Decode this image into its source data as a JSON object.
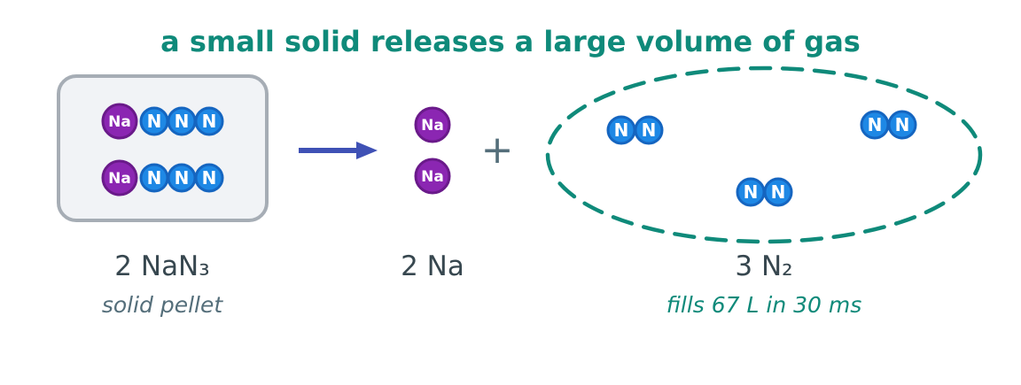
{
  "title": "a small solid releases a large volume of gas",
  "atoms": {
    "sodium": "Na",
    "nitrogen": "N"
  },
  "plus_sign": "+",
  "reactant": {
    "formula": "2 NaN₃",
    "caption": "solid pellet"
  },
  "product_na": {
    "formula": "2 Na"
  },
  "product_n2": {
    "formula": "3 N₂",
    "caption": "fills 67 L in 30 ms"
  },
  "colors": {
    "accent": "#0f8a7a",
    "sodium": "#8b26b2",
    "nitrogen": "#1e88e5",
    "arrow": "#3f51b5",
    "pellet_fill": "#f1f3f6",
    "pellet_border": "#a6adb5"
  }
}
